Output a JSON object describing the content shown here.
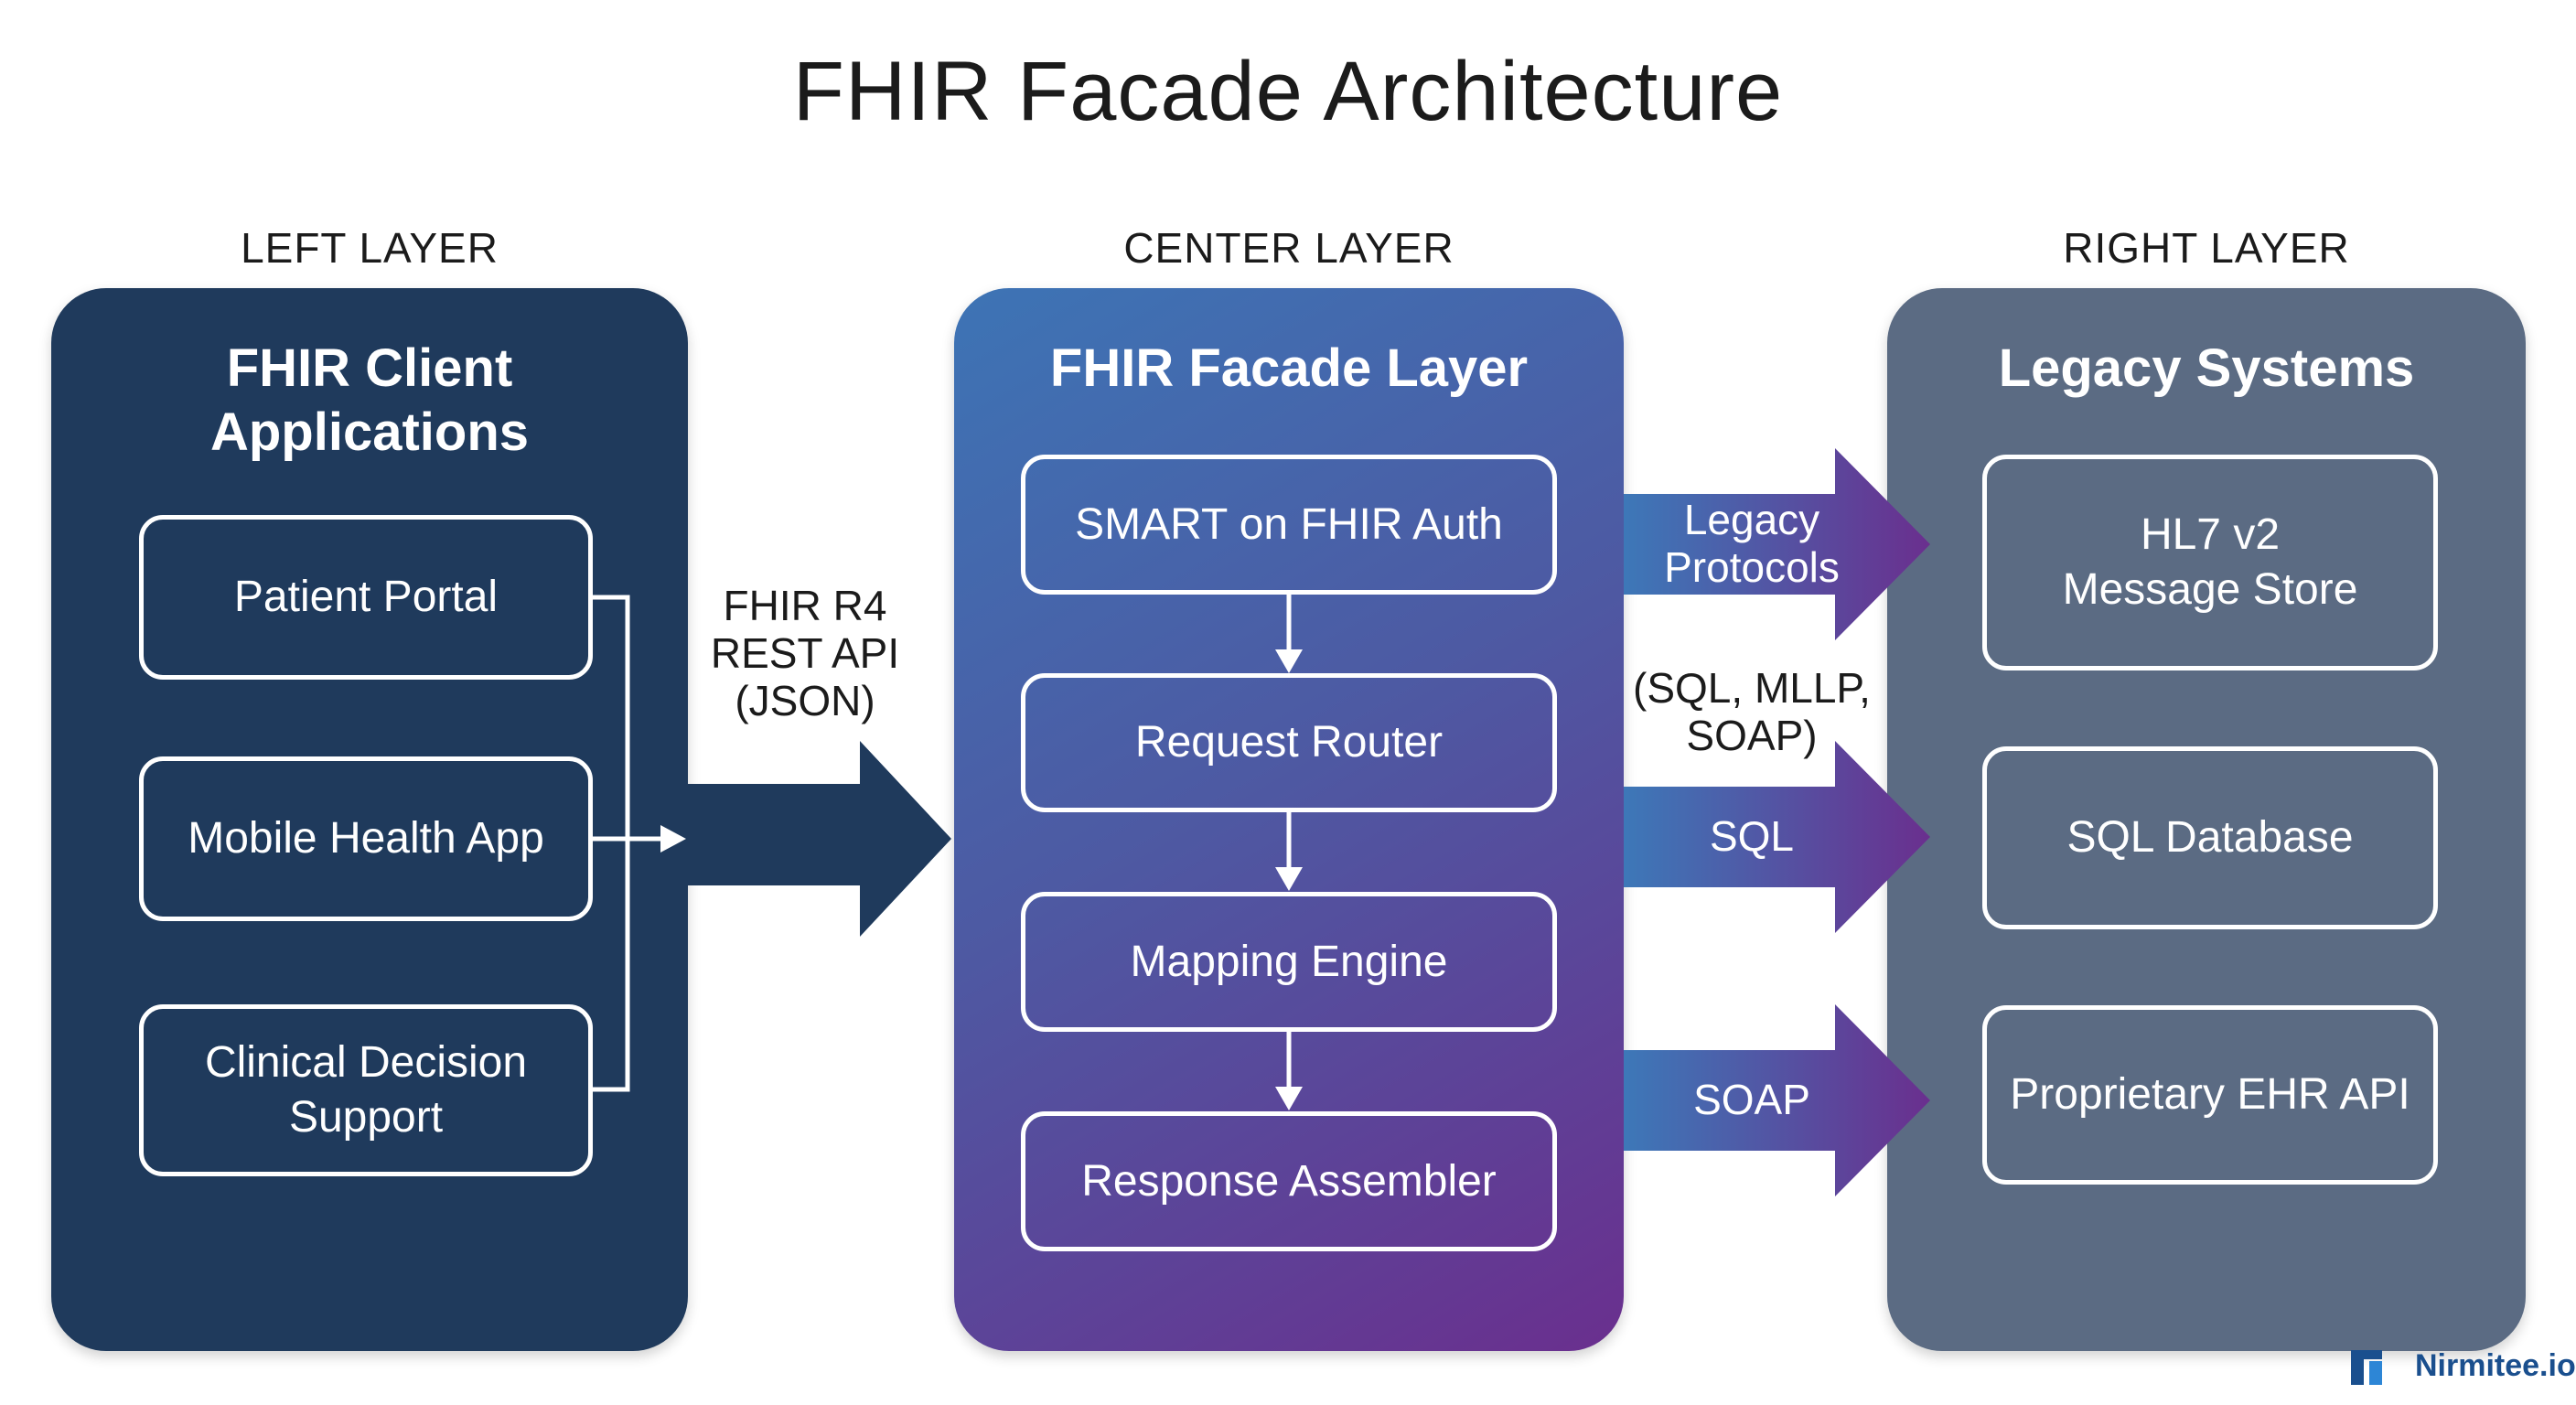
{
  "title": "FHIR Facade Architecture",
  "layers": {
    "left": {
      "label": "LEFT LAYER",
      "title_line1": "FHIR Client",
      "title_line2": "Applications",
      "items": [
        {
          "line1": "Patient Portal"
        },
        {
          "line1": "Mobile Health App"
        },
        {
          "line1": "Clinical Decision",
          "line2": "Support"
        }
      ]
    },
    "center": {
      "label": "CENTER LAYER",
      "title": "FHIR Facade Layer",
      "items": [
        {
          "line1": "SMART on FHIR Auth"
        },
        {
          "line1": "Request Router"
        },
        {
          "line1": "Mapping Engine"
        },
        {
          "line1": "Response Assembler"
        }
      ]
    },
    "right": {
      "label": "RIGHT LAYER",
      "title": "Legacy Systems",
      "items": [
        {
          "line1": "HL7 v2",
          "line2": "Message Store"
        },
        {
          "line1": "SQL Database"
        },
        {
          "line1": "Proprietary EHR API"
        }
      ]
    }
  },
  "connectors": {
    "fhir_api": {
      "line1": "FHIR R4",
      "line2": "REST API",
      "line3": "(JSON)"
    },
    "legacy": {
      "line1": "Legacy",
      "line2": "Protocols"
    },
    "legacy_note": {
      "line1": "(SQL, MLLP,",
      "line2": "SOAP)"
    },
    "sql": "SQL",
    "soap": "SOAP"
  },
  "brand": {
    "name": "Nirmitee.io",
    "color": "#1a4f8e"
  },
  "colors": {
    "left_panel": "#1f3a5c",
    "center_gradient": [
      "#3d74b5",
      "#6a2f8e"
    ],
    "right_panel": "#5b6b83"
  }
}
